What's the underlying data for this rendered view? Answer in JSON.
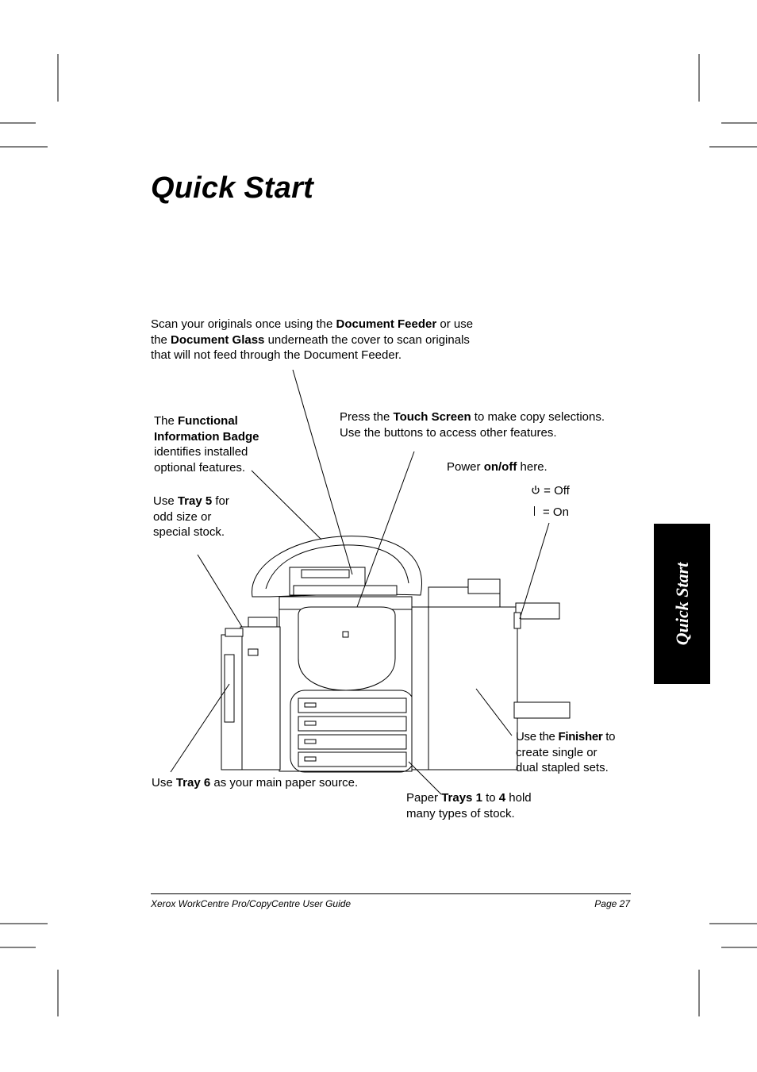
{
  "page": {
    "title": "Quick Start",
    "side_tab": "Quick Start"
  },
  "intro": {
    "t1": "Scan your originals once using the ",
    "b1": "Document Feeder",
    "t2": " or use",
    "t3": "the ",
    "b2": "Document Glass",
    "t4": " underneath the cover to scan originals",
    "t5": "that will not feed through the Document Feeder."
  },
  "callouts": {
    "badge": {
      "t1": "The ",
      "b1": "Functional",
      "b2": "Information Badge",
      "t2": "identifies installed",
      "t3": "optional features."
    },
    "touch": {
      "t1": "Press the ",
      "b1": "Touch Screen",
      "t2": " to make copy selections.",
      "t3": "Use the buttons to access other features."
    },
    "power": {
      "t1": "Power ",
      "b1": "on/off",
      "t2": " here.",
      "off": "= Off",
      "on": "= On",
      "off_icon": "power-symbol",
      "on_icon": "vertical-bar"
    },
    "tray5": {
      "t1": "Use ",
      "b1": "Tray 5",
      "t2": " for",
      "t3": "odd size or",
      "t4": "special stock."
    },
    "tray6": {
      "t1": "Use ",
      "b1": "Tray 6",
      "t2": " as your main paper source."
    },
    "trays": {
      "t1": "Paper ",
      "b1": "Trays 1",
      "t2": " to ",
      "b2": "4",
      "t3": " hold",
      "t4": "many types of stock."
    },
    "finisher": {
      "t1": "Use the ",
      "b1": "Finisher",
      "t2": " to",
      "t3": "create single or",
      "t4": "dual stapled sets."
    }
  },
  "footer": {
    "left": "Xerox WorkCentre Pro/CopyCentre User Guide",
    "right": "Page 27"
  }
}
